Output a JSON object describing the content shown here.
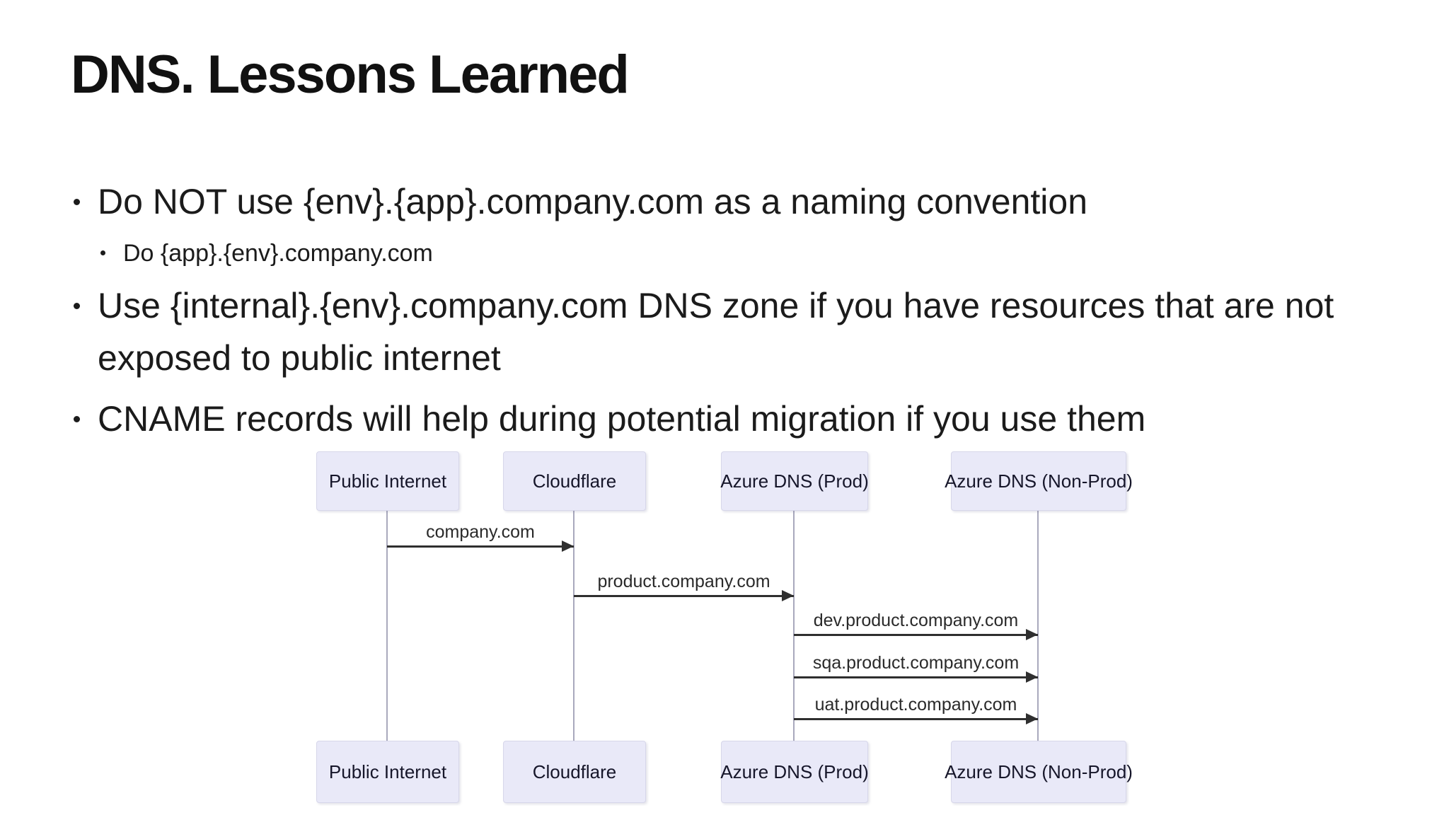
{
  "slide": {
    "title": "DNS. Lessons Learned",
    "bullets": [
      {
        "level": 1,
        "text": "Do NOT use {env}.{app}.company.com as a naming convention"
      },
      {
        "level": 2,
        "text": "Do {app}.{env}.company.com"
      },
      {
        "level": 1,
        "text": "Use {internal}.{env}.company.com DNS zone if you have resources that are not exposed to public internet"
      },
      {
        "level": 1,
        "text": "CNAME records will help during potential migration if you use them"
      }
    ]
  },
  "diagram": {
    "type": "sequence-diagram",
    "actors": [
      "Public Internet",
      "Cloudflare",
      "Azure DNS (Prod)",
      "Azure DNS (Non-Prod)"
    ],
    "messages": [
      {
        "from": "Public Internet",
        "to": "Cloudflare",
        "label": "company.com"
      },
      {
        "from": "Cloudflare",
        "to": "Azure DNS (Prod)",
        "label": "product.company.com"
      },
      {
        "from": "Azure DNS (Prod)",
        "to": "Azure DNS (Non-Prod)",
        "label": "dev.product.company.com"
      },
      {
        "from": "Azure DNS (Prod)",
        "to": "Azure DNS (Non-Prod)",
        "label": "sqa.product.company.com"
      },
      {
        "from": "Azure DNS (Prod)",
        "to": "Azure DNS (Non-Prod)",
        "label": "uat.product.company.com"
      }
    ],
    "colors": {
      "background": "#FFFFFF",
      "actor_fill": "#E9E9F8",
      "actor_border": "#D7D7EA",
      "lifeline": "#A9A9BD",
      "arrow": "#2F2F2F",
      "text": "#1B1B1B"
    }
  }
}
